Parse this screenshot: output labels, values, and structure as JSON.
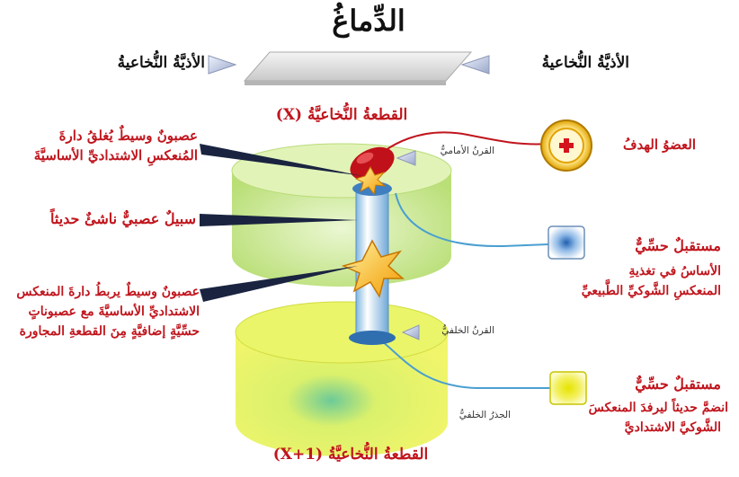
{
  "title": "الدِّماغُ",
  "tract_left": "الأذيَّةُ النُّخاعيةُ",
  "tract_right": "الأذيَّةُ النُّخاعيةُ",
  "segment_top": "القطعةُ النُّخاعيَّةُ (X)",
  "segment_bottom": "القطعةُ النُّخاعيَّةُ (X+1)",
  "left_labels": {
    "interneuron_line1": "عصبونٌ وسيطٌ يُغلقُ دارةَ",
    "interneuron_line2": "المُنعكسِ الاشتداديِّ الأساسيَّةَ",
    "new_pathway": "سبيلٌ عصبيٌّ ناشئٌ حديثاً",
    "linking_line1": "عصبونٌ وسيطٌ يربطُ دارةَ المنعكس",
    "linking_line2": "الاشتداديِّ الأساسيَّةَ مع عصبوناتٍ",
    "linking_line3": "حسِّيَّةٍ إضافيَّةٍ مِنَ القطعةِ المجاورة"
  },
  "horn_labels": {
    "anterior_horn": "القرنُ الأماميُّ",
    "posterior_horn": "القرنُ الخلفيُّ",
    "posterior_root": "الجذرُ الخلفيُّ"
  },
  "right_labels": {
    "target_organ": "العضوُ الهدفُ",
    "receptor1_title": "مستقبلٌ حسِّيٌّ",
    "receptor1_line1": "الأساسُ في تغذيةِ",
    "receptor1_line2": "المنعكسِ الشَّوكيِّ الطَّبيعيِّ",
    "receptor2_title": "مستقبلٌ حسِّيٌّ",
    "receptor2_line1": "انضمَّ حديثاً ليرفدَ المنعكسَ",
    "receptor2_line2": "الشَّوكيَّ الاشتداديَّ"
  },
  "colors": {
    "label_red": "#c0151d",
    "nerve_blue": "#4a9fd0",
    "nerve_red": "#c0151d",
    "segment_top_green": "#c8e88a",
    "segment_bottom_yellow": "#e8f25a",
    "spark_orange": "#f5a623"
  },
  "icons": {
    "target_organ": "plus-in-circle-icon",
    "receptor1": "blue-square-receptor-icon",
    "receptor2": "yellow-square-receptor-icon",
    "synapse": "star-burst-icon"
  }
}
